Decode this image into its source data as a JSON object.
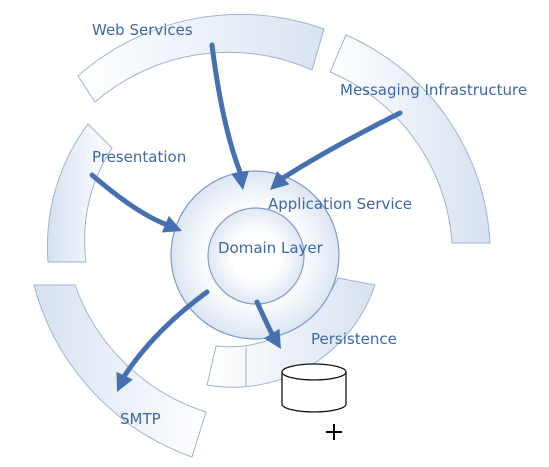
{
  "diagram": {
    "labels": {
      "web_services": "Web Services",
      "messaging": "Messaging Infrastructure",
      "presentation": "Presentation",
      "application_service": "Application Service",
      "domain_layer": "Domain Layer",
      "persistence": "Persistence",
      "smtp": "SMTP"
    },
    "colors": {
      "text": "#3d68a5",
      "arrow": "#4670b0",
      "arc_fill_light": "#ffffff",
      "arc_fill_dark": "#d7e2f0",
      "arc_stroke": "#9fb4d1",
      "ring_stroke": "#7f9cc6"
    },
    "icons": {
      "database": "database-cylinder-icon",
      "cursor": "crosshair-cursor-icon"
    }
  }
}
